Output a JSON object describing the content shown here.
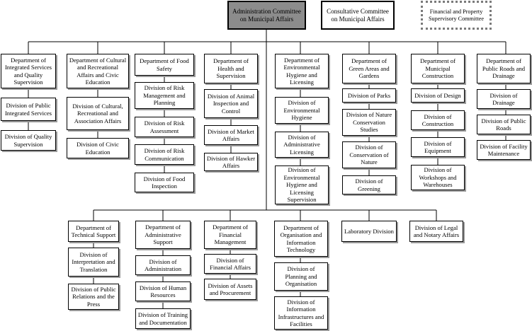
{
  "top": {
    "admin": "Administration Committee on Municipal Affairs",
    "consultative": "Consultative Committee on Municipal Affairs",
    "financial": "Financial and Property Supervisory Committee"
  },
  "row1": [
    {
      "dept": "Department of Integrated Services and Quality Supervision",
      "divisions": [
        "Division of Public Integrated Services",
        "Division of Quality Supervision"
      ]
    },
    {
      "dept": "Department of Cultural and Recreational Affairs and Civic Education",
      "divisions": [
        "Division of Cultural, Recreational and Association Affairs",
        "Division of Civic Education"
      ]
    },
    {
      "dept": "Department of Food Safety",
      "divisions": [
        "Division of Risk Management and Planning",
        "Division of Risk Assessment",
        "Division of Risk Communication",
        "Division of Food Inspection"
      ]
    },
    {
      "dept": "Department of Health and Supervision",
      "divisions": [
        "Division of Animal Inspection and Control",
        "Division of Market Affairs",
        "Division of Hawker Affairs"
      ]
    },
    {
      "dept": "Department of Environmental Hygiene and Licensing",
      "divisions": [
        "Division of Environmental Hygiene",
        "Division of Administrative Licensing",
        "Division of Environmental Hygiene and Licensing Supervision"
      ]
    },
    {
      "dept": "Department of Green Areas and Gardens",
      "divisions": [
        "Division of Parks",
        "Division of Nature Conservation Studies",
        "Division of Conservation of Nature",
        "Division of Greening"
      ]
    },
    {
      "dept": "Department of Municipal Construction",
      "divisions": [
        "Division of Design",
        "Division of Construction",
        "Division of Equipment",
        "Division of Workshops and Warehouses"
      ]
    },
    {
      "dept": "Department of Public Roads and Drainage",
      "divisions": [
        "Division of Drainage",
        "Division of Public Roads",
        "Division of Facility Maintenance"
      ]
    }
  ],
  "row2": [
    {
      "dept": "Department of Technical Support",
      "divisions": [
        "Division of Interpretation and Translation",
        "Division of Public Relations and the Press"
      ]
    },
    {
      "dept": "Department of Administrative Support",
      "divisions": [
        "Division of Administration",
        "Division of Human Resources",
        "Division of Training and Documentation"
      ]
    },
    {
      "dept": "Department of Financial Management",
      "divisions": [
        "Division of Financial Affairs",
        "Division of Assets and Procurement"
      ]
    },
    {
      "dept": "Department of Organisation and Information Technology",
      "divisions": [
        "Division of Planning and Organisation",
        "Division of Information Infrastructures and Facilities"
      ]
    },
    {
      "dept": "Laboratory Division",
      "divisions": []
    },
    {
      "dept": "Division of Legal and Notary Affairs",
      "divisions": []
    }
  ]
}
